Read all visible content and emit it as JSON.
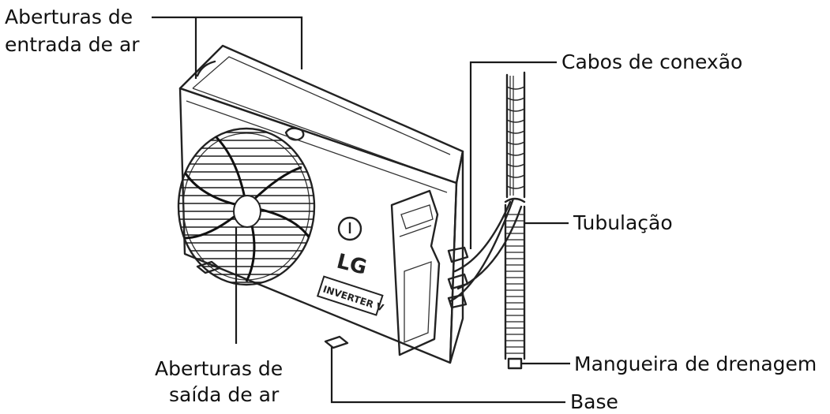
{
  "labels": {
    "air_inlet_line1": "Aberturas de",
    "air_inlet_line2": "entrada de ar",
    "connection_cables": "Cabos de conexão",
    "piping": "Tubulação",
    "air_outlet_line1": "Aberturas de",
    "air_outlet_line2": "saída de ar",
    "drain_hose": "Mangueira de drenagem",
    "base": "Base"
  },
  "unit_branding": {
    "logo": "LG",
    "badge": "INVERTER V"
  }
}
